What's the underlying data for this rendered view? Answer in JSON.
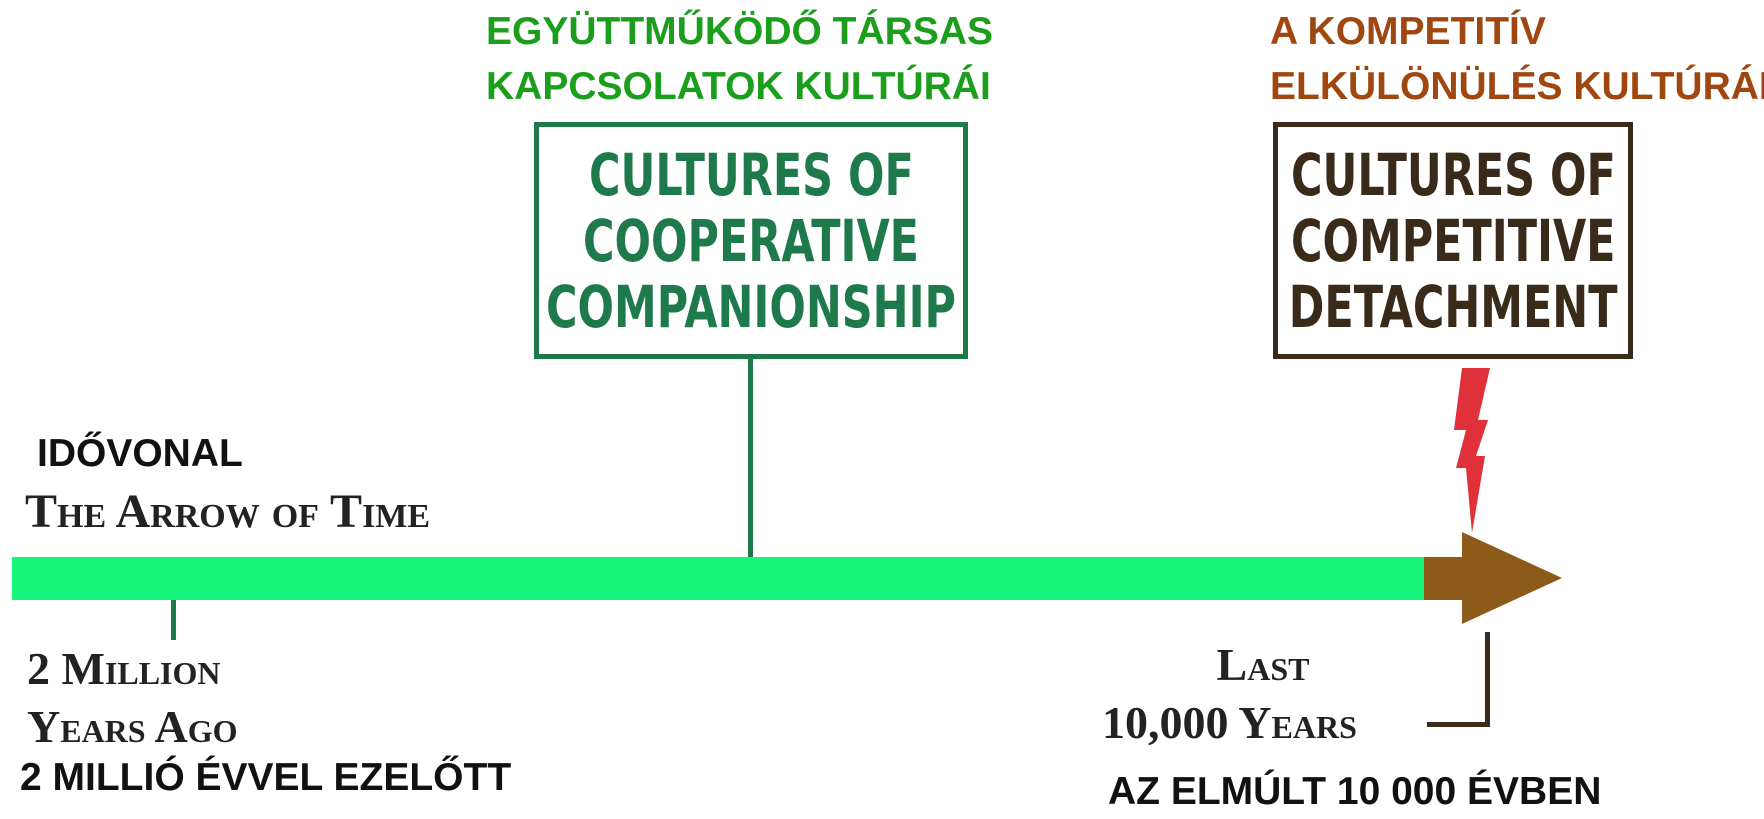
{
  "captions": {
    "cooperative_hu": [
      "EGYÜTTMŰKÖDŐ TÁRSAS",
      "KAPCSOLATOK KULTÚRÁI"
    ],
    "competitive_hu": [
      "A KOMPETITÍV",
      "ELKÜLÖNÜLÉS KULTÚRÁI"
    ],
    "timeline_hu": "IDŐVONAL",
    "start_hu": "2 MILLIÓ ÉVVEL EZELŐTT",
    "end_hu": "AZ ELMÚLT 10 000 ÉVBEN"
  },
  "boxes": {
    "cooperative": [
      "CULTURES OF",
      "COOPERATIVE",
      "COMPANIONSHIP"
    ],
    "competitive": [
      "CULTURES OF",
      "COMPETITIVE",
      "DETACHMENT"
    ]
  },
  "timeline": {
    "title": "The Arrow of Time",
    "start_label": [
      "2 Million",
      "Years Ago"
    ],
    "end_label": [
      "Last",
      "10,000 Years"
    ]
  },
  "colors": {
    "cooperative": "#1e7a4a",
    "competitive": "#3a2a1a",
    "bar": "#14f57a",
    "arrow": "#8d5a1a",
    "lightning": "#e0303a",
    "hu_green": "#1b9e1b",
    "hu_brown": "#a0470f"
  },
  "icons": {
    "break_marker": "lightning-bolt-icon"
  }
}
